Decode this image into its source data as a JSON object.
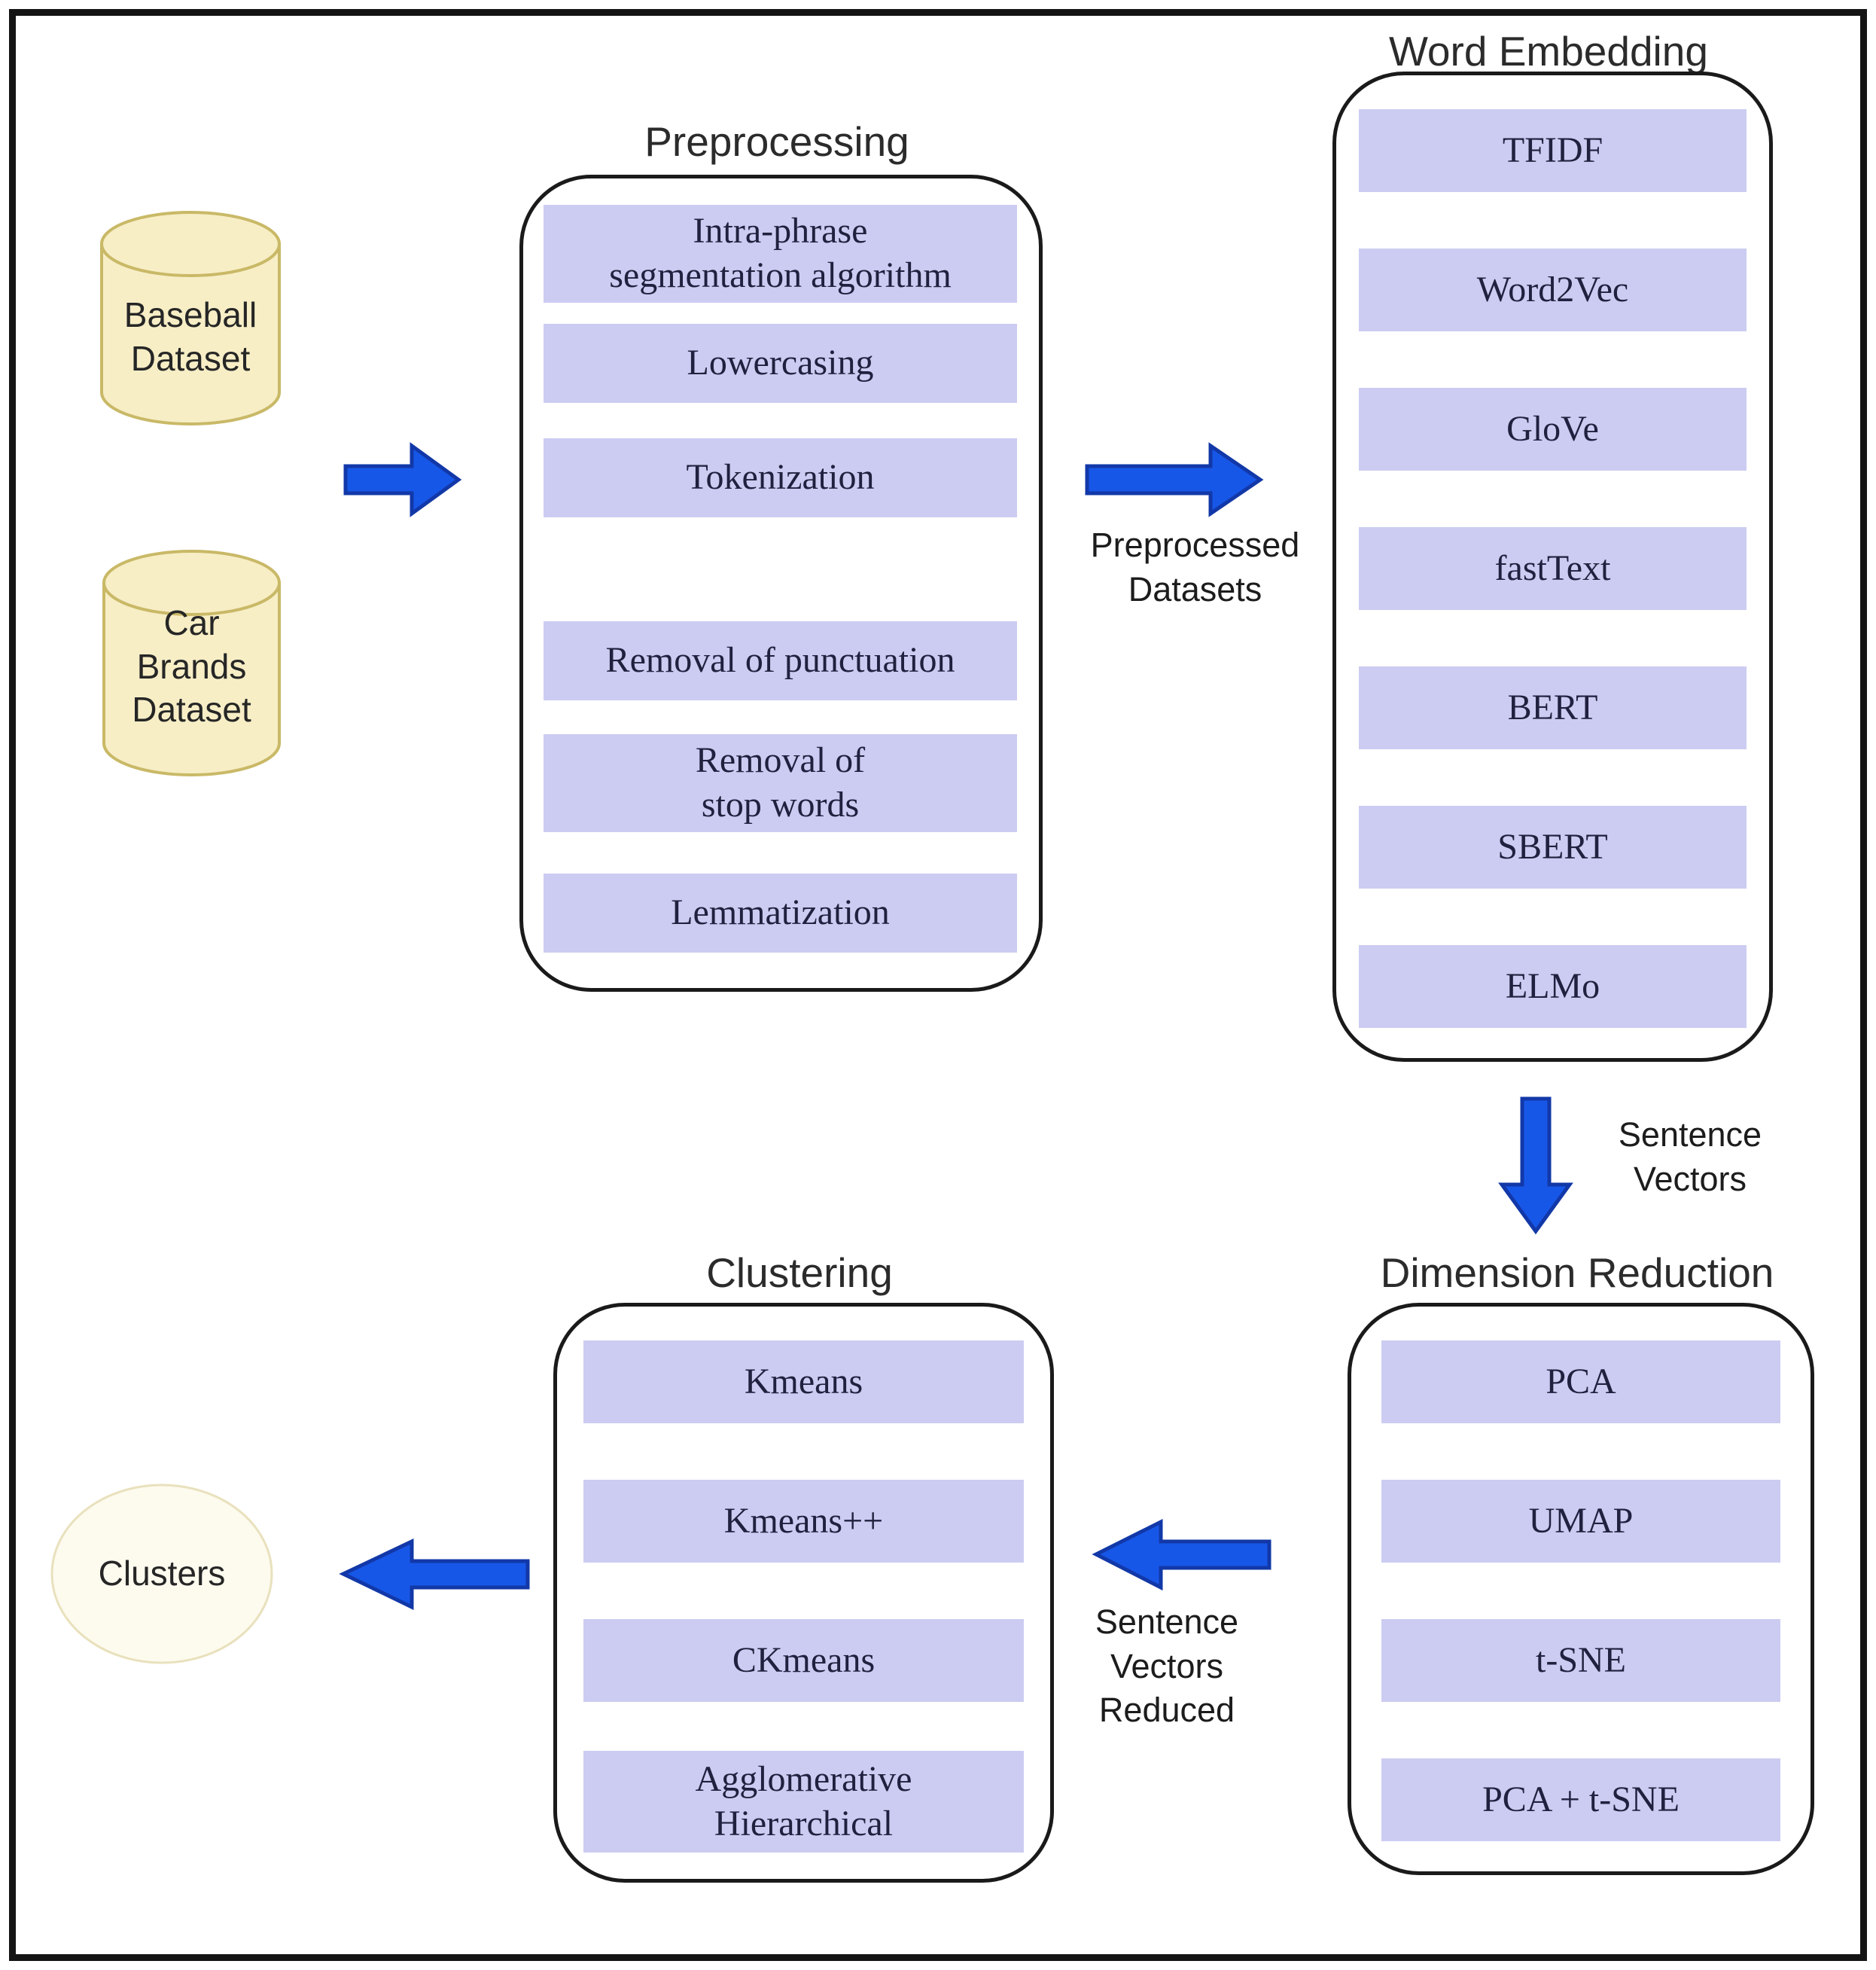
{
  "datasets": {
    "baseball_label": "Baseball\nDataset",
    "car_brands_label": "Car\nBrands\nDataset"
  },
  "stages": {
    "preprocessing": {
      "title": "Preprocessing",
      "items": [
        "Intra-phrase\nsegmentation algorithm",
        "Lowercasing",
        "Tokenization",
        "Removal of punctuation",
        "Removal of\nstop words",
        "Lemmatization"
      ]
    },
    "word_embedding": {
      "title": "Word Embedding",
      "items": [
        "TFIDF",
        "Word2Vec",
        "GloVe",
        "fastText",
        "BERT",
        "SBERT",
        "ELMo"
      ]
    },
    "dimension_reduction": {
      "title": "Dimension Reduction",
      "items": [
        "PCA",
        "UMAP",
        "t-SNE",
        "PCA + t-SNE"
      ]
    },
    "clustering": {
      "title": "Clustering",
      "items": [
        "Kmeans",
        "Kmeans++",
        "CKmeans",
        "Agglomerative\nHierarchical"
      ]
    }
  },
  "flow_labels": {
    "preprocessed_datasets": "Preprocessed\nDatasets",
    "sentence_vectors": "Sentence\nVectors",
    "sentence_vectors_reduced": "Sentence\nVectors\nReduced"
  },
  "output": {
    "clusters_label": "Clusters"
  },
  "colors": {
    "arrow_fill": "#1757e8",
    "arrow_border": "#1238a8",
    "item_bar_fill": "#ccccf2",
    "item_text": "#20203f",
    "cylinder_fill": "#f7eec6",
    "cylinder_border": "#c9b967",
    "clusters_ellipse_fill": "#fdfaee",
    "clusters_ellipse_border": "#e9e1bd",
    "box_border": "#1a1a1a"
  }
}
